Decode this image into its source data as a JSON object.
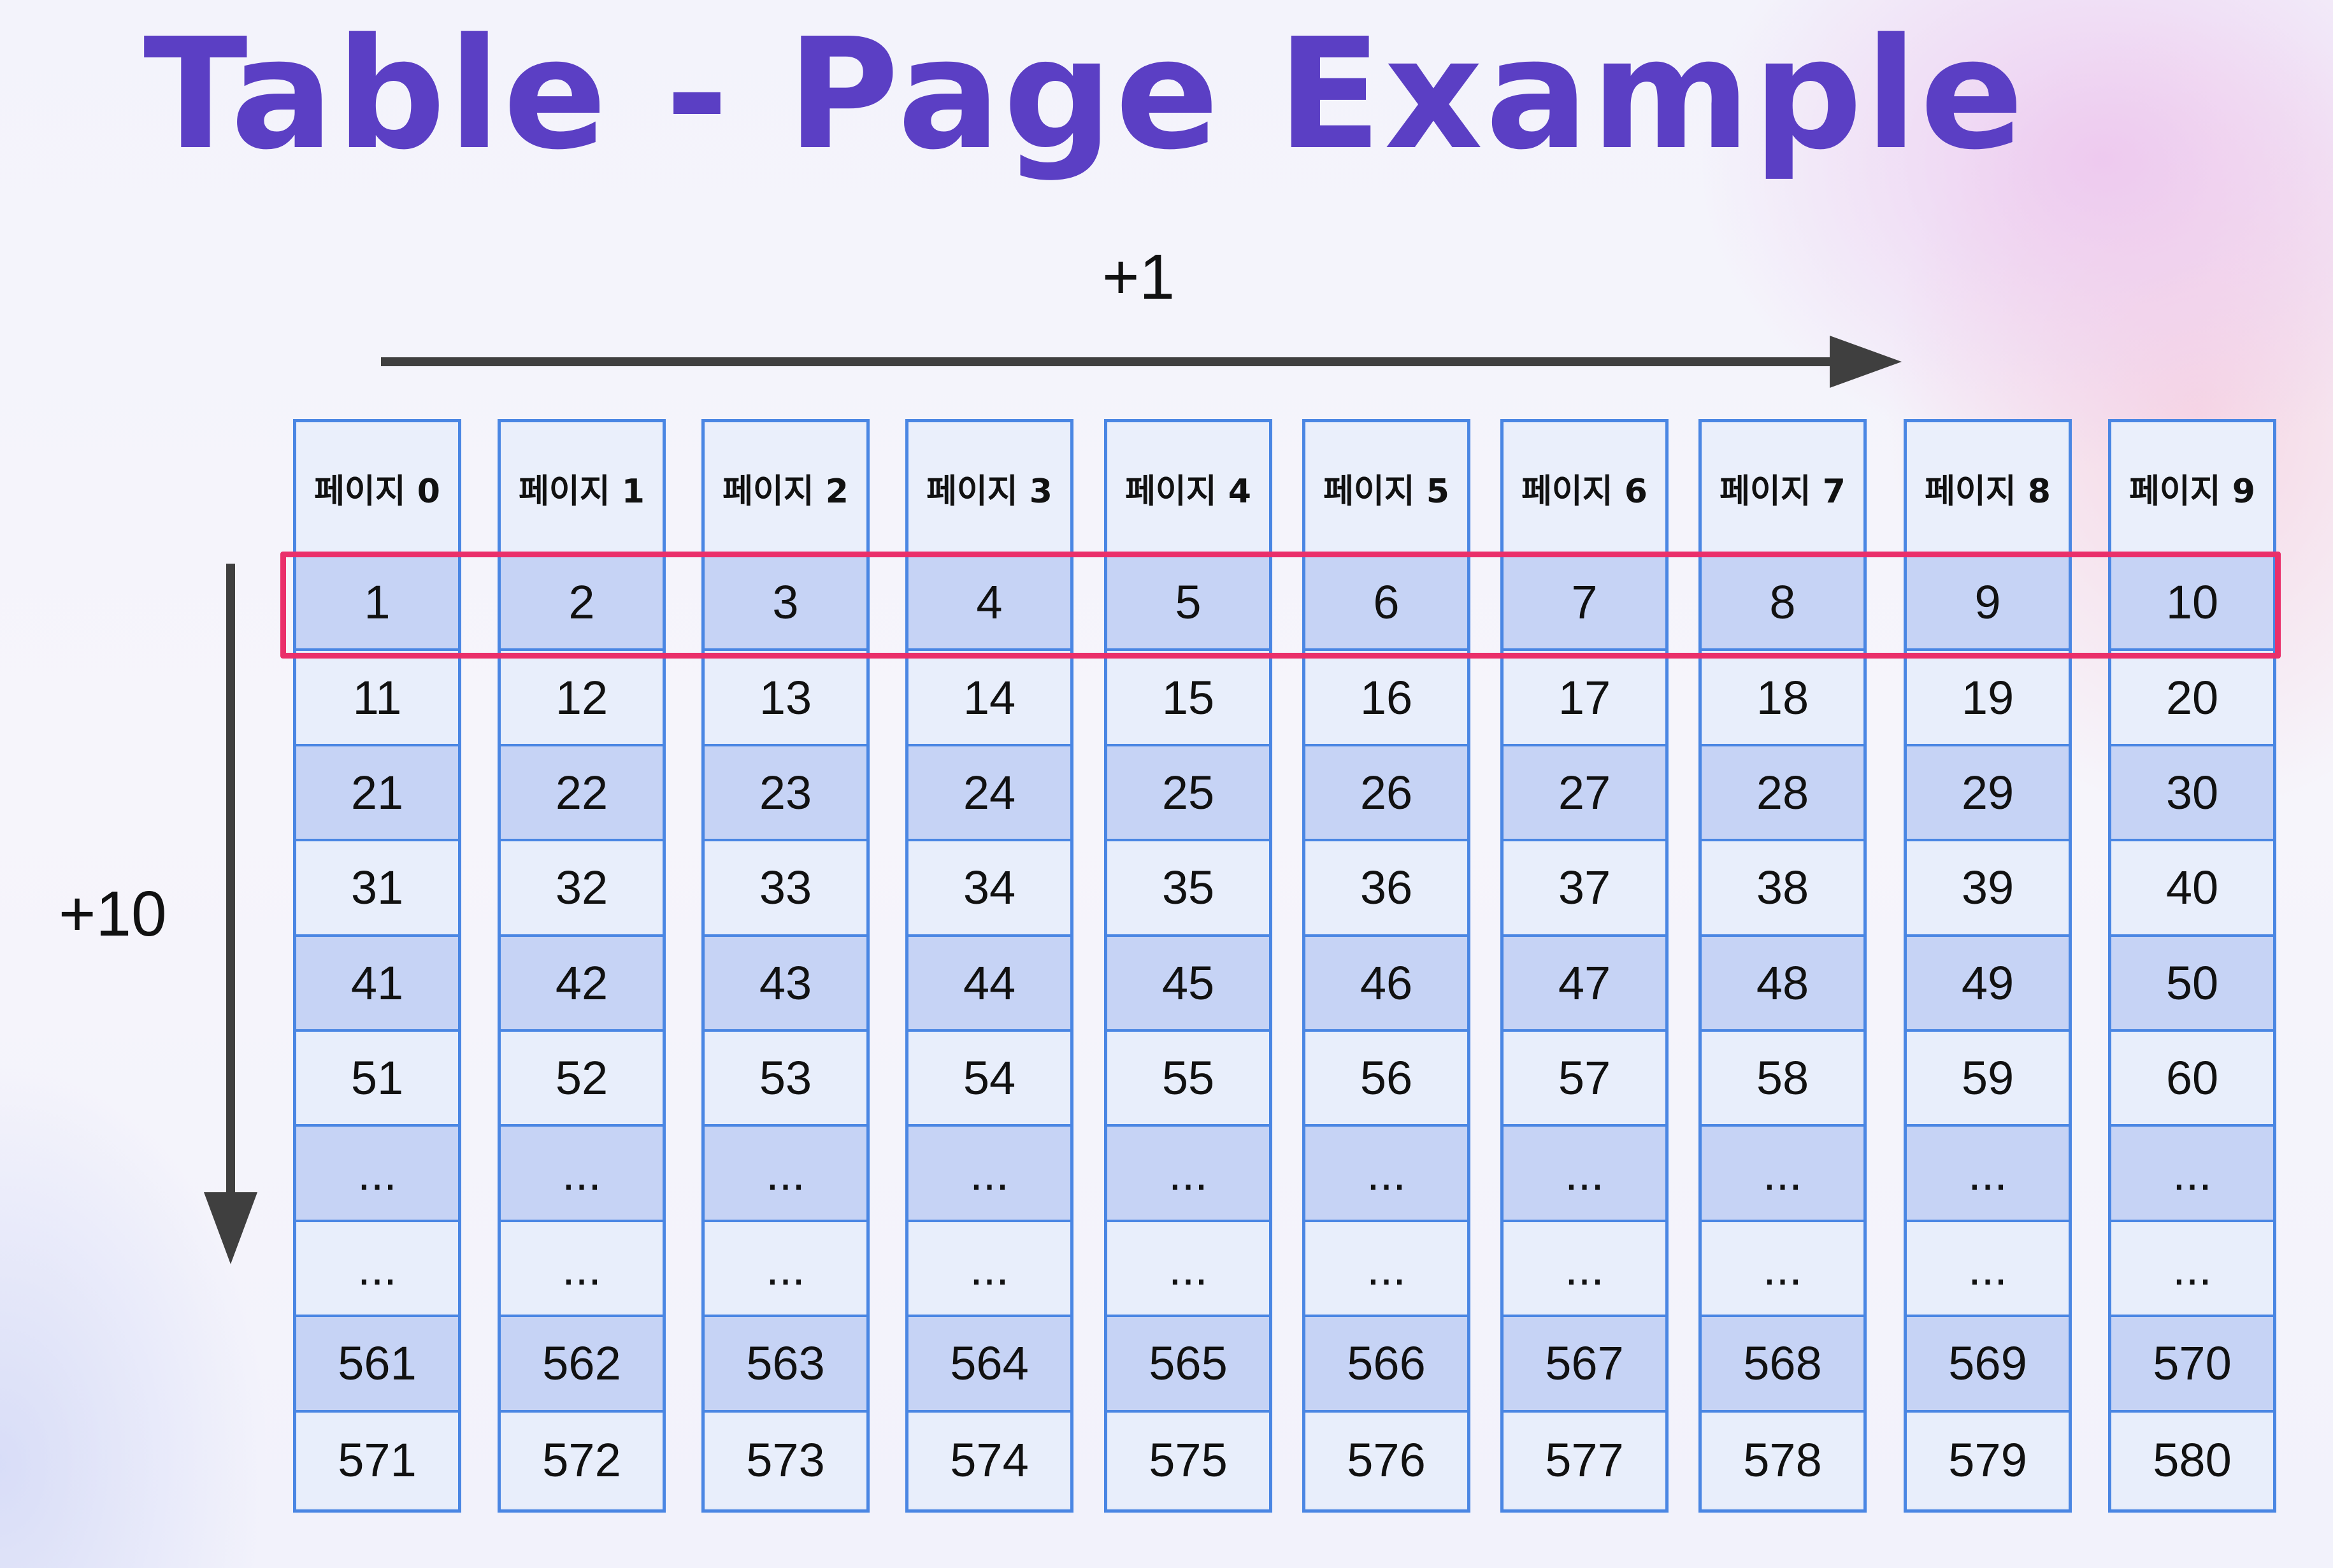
{
  "title": "Table - Page Example",
  "arrows": {
    "horizontal_label": "+1",
    "vertical_label": "+10"
  },
  "colors": {
    "title": "#5b3fc4",
    "border": "#4a86e3",
    "highlight": "#ea2f6a",
    "cell_dark": "#c6d3f5",
    "cell_light": "#e8eefb"
  },
  "pages": [
    {
      "header": "페이지 0",
      "cells": [
        "1",
        "11",
        "21",
        "31",
        "41",
        "51",
        "...",
        "...",
        "561",
        "571"
      ]
    },
    {
      "header": "페이지 1",
      "cells": [
        "2",
        "12",
        "22",
        "32",
        "42",
        "52",
        "...",
        "...",
        "562",
        "572"
      ]
    },
    {
      "header": "페이지 2",
      "cells": [
        "3",
        "13",
        "23",
        "33",
        "43",
        "53",
        "...",
        "...",
        "563",
        "573"
      ]
    },
    {
      "header": "페이지 3",
      "cells": [
        "4",
        "14",
        "24",
        "34",
        "44",
        "54",
        "...",
        "...",
        "564",
        "574"
      ]
    },
    {
      "header": "페이지 4",
      "cells": [
        "5",
        "15",
        "25",
        "35",
        "45",
        "55",
        "...",
        "...",
        "565",
        "575"
      ]
    },
    {
      "header": "페이지 5",
      "cells": [
        "6",
        "16",
        "26",
        "36",
        "46",
        "56",
        "...",
        "...",
        "566",
        "576"
      ]
    },
    {
      "header": "페이지 6",
      "cells": [
        "7",
        "17",
        "27",
        "37",
        "47",
        "57",
        "...",
        "...",
        "567",
        "577"
      ]
    },
    {
      "header": "페이지 7",
      "cells": [
        "8",
        "18",
        "28",
        "38",
        "48",
        "58",
        "...",
        "...",
        "568",
        "578"
      ]
    },
    {
      "header": "페이지 8",
      "cells": [
        "9",
        "19",
        "29",
        "39",
        "49",
        "59",
        "...",
        "...",
        "569",
        "579"
      ]
    },
    {
      "header": "페이지 9",
      "cells": [
        "10",
        "20",
        "30",
        "40",
        "50",
        "60",
        "...",
        "...",
        "570",
        "580"
      ]
    }
  ]
}
